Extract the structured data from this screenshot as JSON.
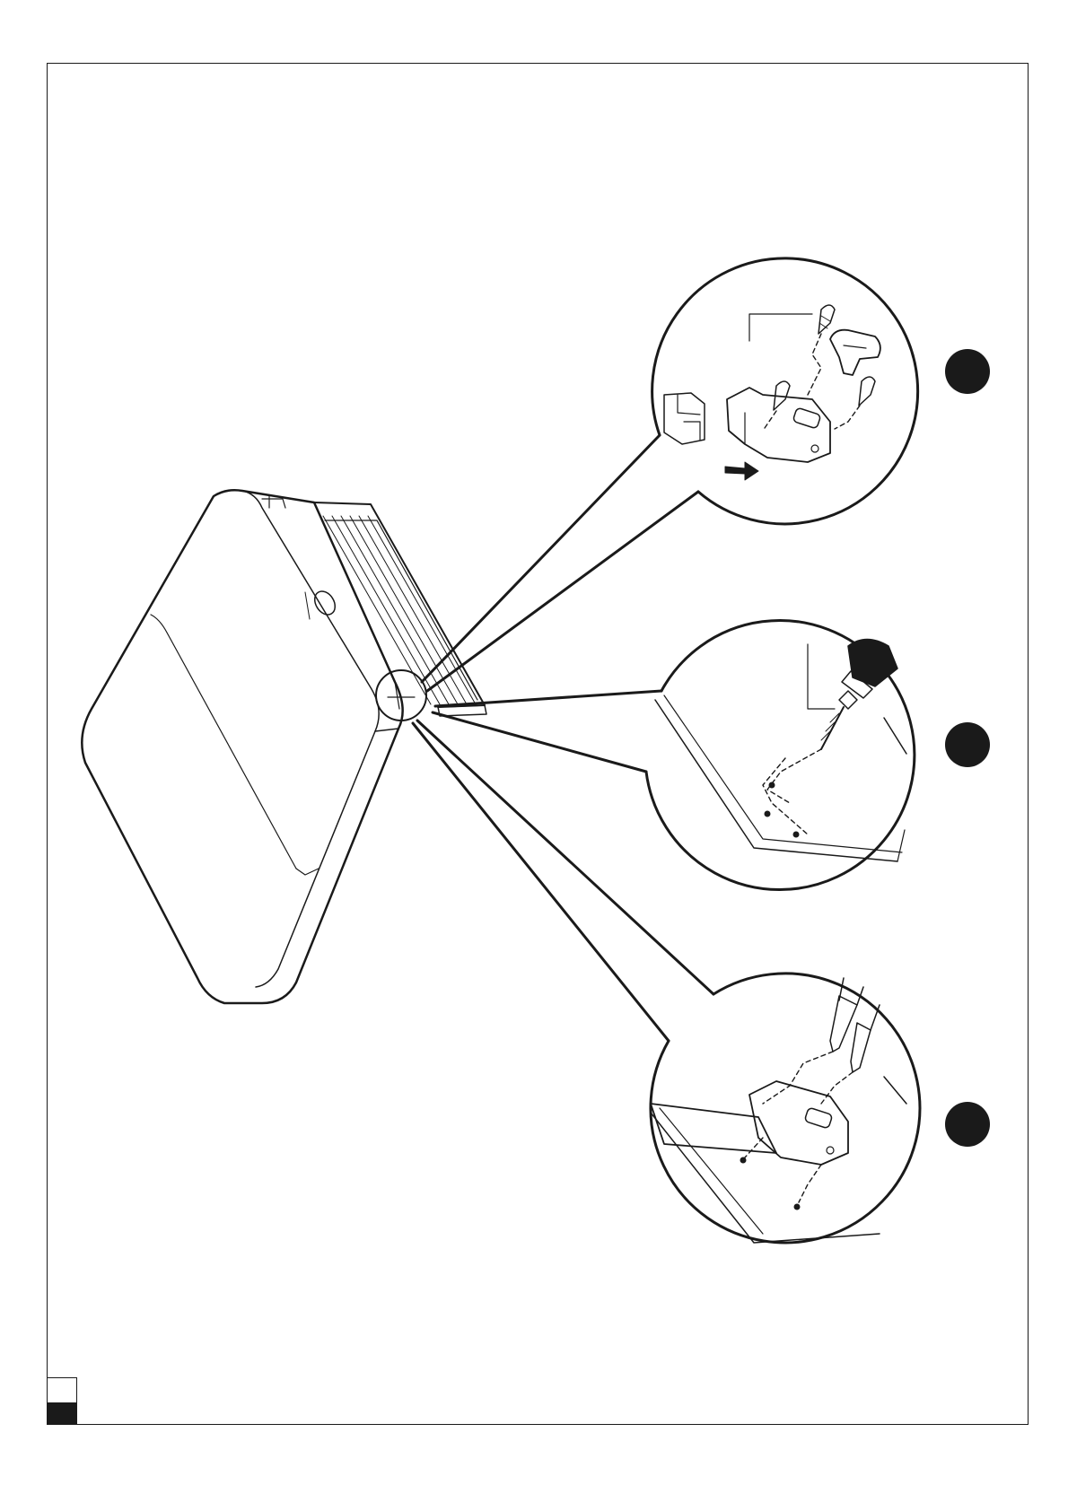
{
  "document": {
    "type": "installation-illustration",
    "colors": {
      "ink": "#1a1a1a",
      "paper": "#ffffff"
    }
  },
  "steps": [
    {
      "marker": "step-1-marker",
      "icon": "bracket-screw-assembly-icon"
    },
    {
      "marker": "step-2-marker",
      "icon": "drill-icon"
    },
    {
      "marker": "step-3-marker",
      "icon": "bracket-mounting-icon"
    }
  ]
}
